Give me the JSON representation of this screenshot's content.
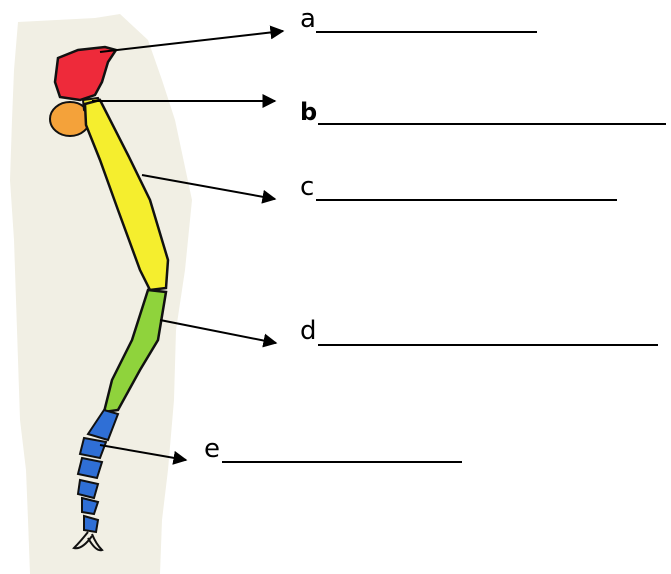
{
  "labels": [
    {
      "id": "a",
      "text": "a"
    },
    {
      "id": "b",
      "text": "b"
    },
    {
      "id": "c",
      "text": "c"
    },
    {
      "id": "d",
      "text": "d"
    },
    {
      "id": "e",
      "text": "e"
    }
  ],
  "colors": {
    "paper": "#f1efe4",
    "part_a": "#ee2a3a",
    "part_a_side": "#f4a23a",
    "part_c": "#f5ee2e",
    "part_d": "#8fd33c",
    "part_e": "#2f6fd6",
    "outline": "#111111"
  }
}
